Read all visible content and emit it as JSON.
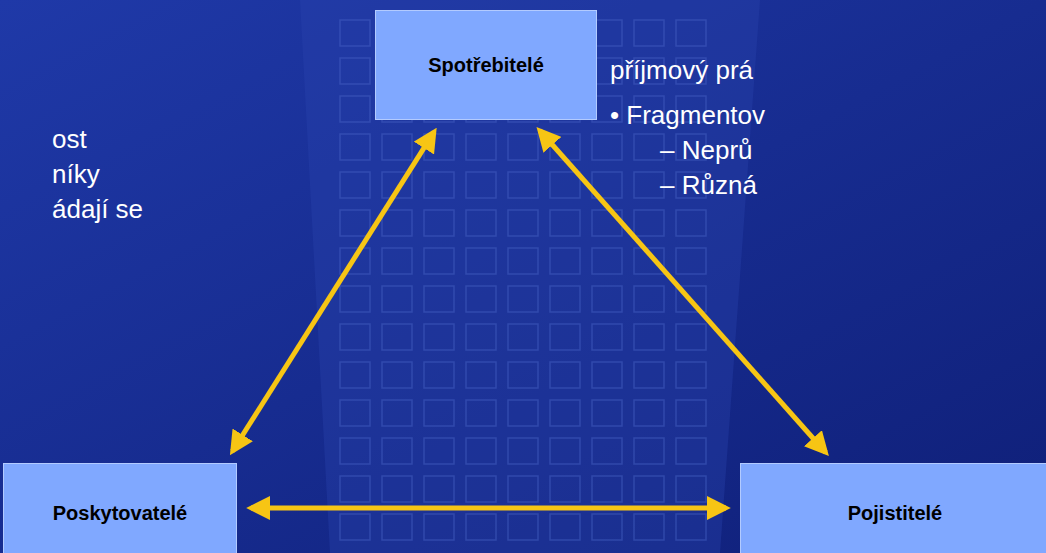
{
  "diagram": {
    "nodes": [
      {
        "text": [
          "Spotřebitelé"
        ]
      },
      {
        "text": [
          "Poskytovatelé"
        ]
      },
      {
        "text": [
          "Pojistitelé"
        ]
      }
    ],
    "edges": [
      {
        "from": 0,
        "to": 1,
        "arrow": "both"
      },
      {
        "from": 0,
        "to": 2,
        "arrow": "both"
      },
      {
        "from": 1,
        "to": 2,
        "arrow": "both"
      }
    ],
    "labels": [
      "ost",
      "níky",
      "ádají se",
      "příjmový prá",
      "• Fragmentov",
      "– Neprů",
      "– Různá"
    ]
  }
}
